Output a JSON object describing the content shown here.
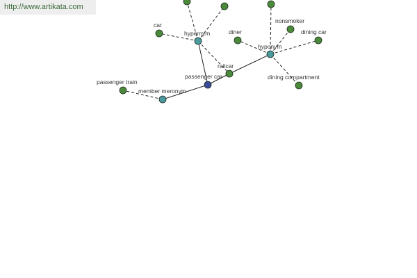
{
  "banner": {
    "url_text": "http://www.artikata.com"
  },
  "colors": {
    "center_node": "#3a4a9a",
    "relation_node": "#4a9aa0",
    "leaf_node": "#4a8a3a",
    "edge": "#222222"
  },
  "graph": {
    "nodes": [
      {
        "id": "passenger-car",
        "label": "passenger car",
        "kind": "center"
      },
      {
        "id": "hypernym",
        "label": "hypernym",
        "kind": "relation"
      },
      {
        "id": "hyponym",
        "label": "hyponym",
        "kind": "relation"
      },
      {
        "id": "member-meronym",
        "label": "member meronym",
        "kind": "relation"
      },
      {
        "id": "railcar",
        "label": "railcar",
        "kind": "leaf"
      },
      {
        "id": "car",
        "label": "car",
        "kind": "leaf"
      },
      {
        "id": "passenger-train",
        "label": "passenger train",
        "kind": "leaf"
      },
      {
        "id": "diner",
        "label": "diner",
        "kind": "leaf"
      },
      {
        "id": "nonsmoker",
        "label": "nonsmoker",
        "kind": "leaf"
      },
      {
        "id": "dining-car",
        "label": "dining car",
        "kind": "leaf"
      },
      {
        "id": "dining-compartment",
        "label": "dining compartment",
        "kind": "leaf"
      },
      {
        "id": "hypernym-top-1",
        "label": "",
        "kind": "leaf"
      },
      {
        "id": "hypernym-top-2",
        "label": "",
        "kind": "leaf"
      },
      {
        "id": "hyponym-top",
        "label": "",
        "kind": "leaf"
      }
    ],
    "edges": [
      {
        "from": "passenger-car",
        "to": "hypernym",
        "style": "solid"
      },
      {
        "from": "passenger-car",
        "to": "member-meronym",
        "style": "solid"
      },
      {
        "from": "passenger-car",
        "to": "railcar",
        "style": "solid"
      },
      {
        "from": "railcar",
        "to": "hyponym",
        "style": "solid"
      },
      {
        "from": "hypernym",
        "to": "car",
        "style": "dashed"
      },
      {
        "from": "hypernym",
        "to": "railcar",
        "style": "dashed"
      },
      {
        "from": "hypernym",
        "to": "hypernym-top-1",
        "style": "dashed"
      },
      {
        "from": "hypernym",
        "to": "hypernym-top-2",
        "style": "dashed"
      },
      {
        "from": "member-meronym",
        "to": "passenger-train",
        "style": "dashed"
      },
      {
        "from": "hyponym",
        "to": "diner",
        "style": "dashed"
      },
      {
        "from": "hyponym",
        "to": "nonsmoker",
        "style": "dashed"
      },
      {
        "from": "hyponym",
        "to": "dining-car",
        "style": "dashed"
      },
      {
        "from": "hyponym",
        "to": "dining-compartment",
        "style": "dashed"
      },
      {
        "from": "hyponym",
        "to": "hyponym-top",
        "style": "dashed"
      }
    ]
  }
}
